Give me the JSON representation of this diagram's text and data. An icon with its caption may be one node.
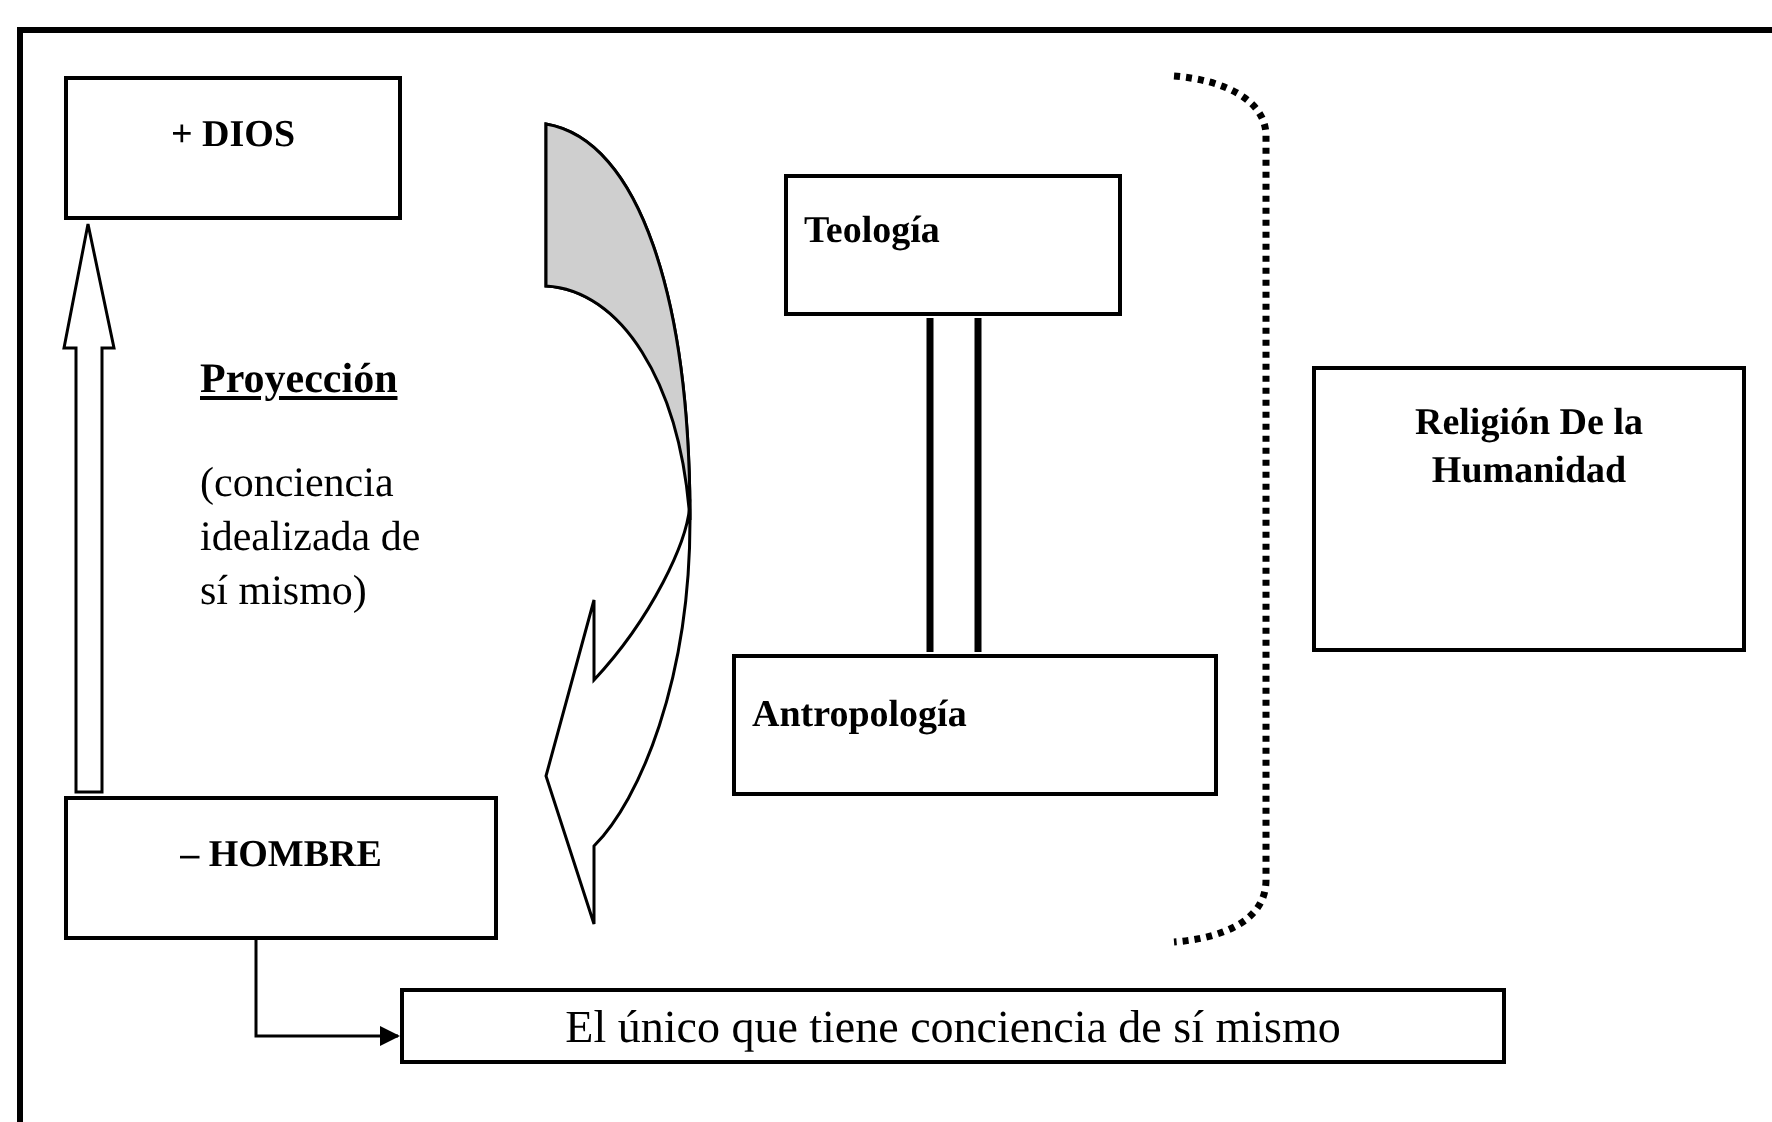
{
  "diagram": {
    "nodes": [
      {
        "text": [
          "+ DIOS"
        ]
      },
      {
        "text": [
          "Teología"
        ]
      },
      {
        "text": [
          "Antropología"
        ]
      },
      {
        "text": [
          "Religión De la Humanidad"
        ]
      },
      {
        "text": [
          "– HOMBRE"
        ]
      },
      {
        "text": [
          "El único que tiene conciencia de sí mismo"
        ]
      }
    ],
    "edges": [
      {
        "from": 4,
        "to": 0,
        "arrow": "to"
      },
      {
        "from": 0,
        "to": 4,
        "arrow": "to"
      },
      {
        "from": 1,
        "to": 2,
        "arrow": "none",
        "style": "thick"
      },
      {
        "from": 4,
        "to": 5,
        "arrow": "to"
      }
    ],
    "labels": [
      "Proyección",
      "(conciencia idealizada de sí mismo)"
    ]
  }
}
